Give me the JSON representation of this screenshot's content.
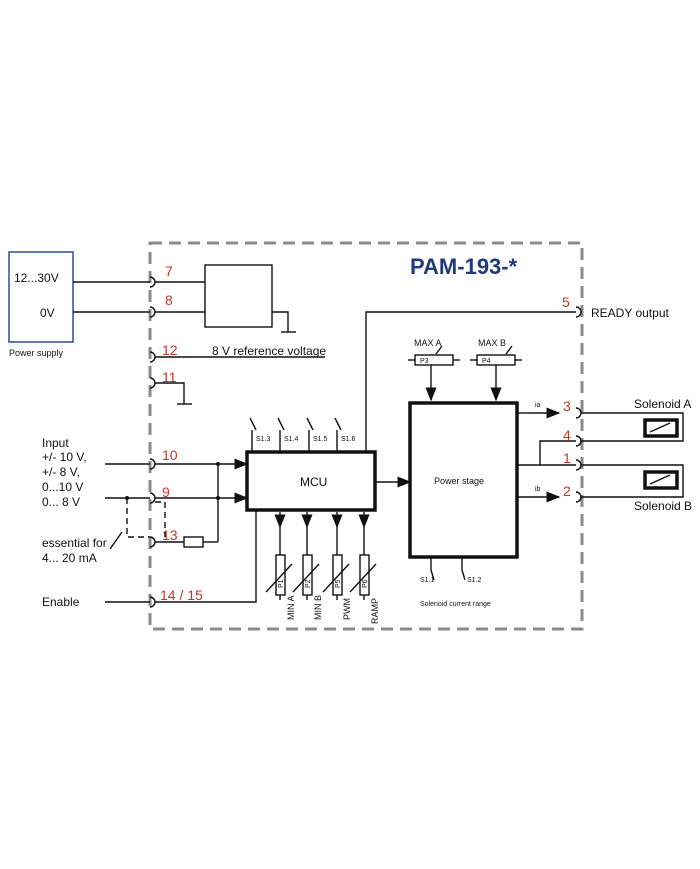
{
  "title": "PAM-193-*",
  "power_supply": {
    "label": "Power supply",
    "v_high": "12...30V",
    "v_low": "0V"
  },
  "pins": {
    "p7": "7",
    "p8": "8",
    "p12": "12",
    "p11": "11",
    "p10": "10",
    "p9": "9",
    "p13": "13",
    "p1415": "14 / 15",
    "p5": "5",
    "p3": "3",
    "p4": "4",
    "p1": "1",
    "p2": "2"
  },
  "labels": {
    "ref_voltage": "8 V  reference voltage",
    "ready_output": "READY output",
    "input_1": "Input",
    "input_2": "+/- 10 V,",
    "input_3": "+/- 8 V,",
    "input_4": "0...10 V",
    "input_5": "0... 8 V",
    "essential_1": "essential for",
    "essential_2": "4... 20 mA",
    "enable": "Enable",
    "mcu": "MCU",
    "power_stage": "Power stage",
    "max_a": "MAX A",
    "max_b": "MAX B",
    "p3": "P3",
    "p4": "P4",
    "s13": "S1.3",
    "s14": "S1.4",
    "s15": "S1.5",
    "s16": "S1.6",
    "s11": "S1.1",
    "s12": "S1.2",
    "solenoid_range": "Solenoid current range",
    "ia": "ia",
    "ib": "ib",
    "solenoid_a": "Solenoid A",
    "solenoid_b": "Solenoid B",
    "pot_p1": "P1",
    "pot_p2": "P2",
    "pot_p5": "P5",
    "pot_p6": "P6",
    "min_a": "MIN A",
    "min_b": "MIN B",
    "pwm": "PWM",
    "ramp": "RAMP"
  }
}
